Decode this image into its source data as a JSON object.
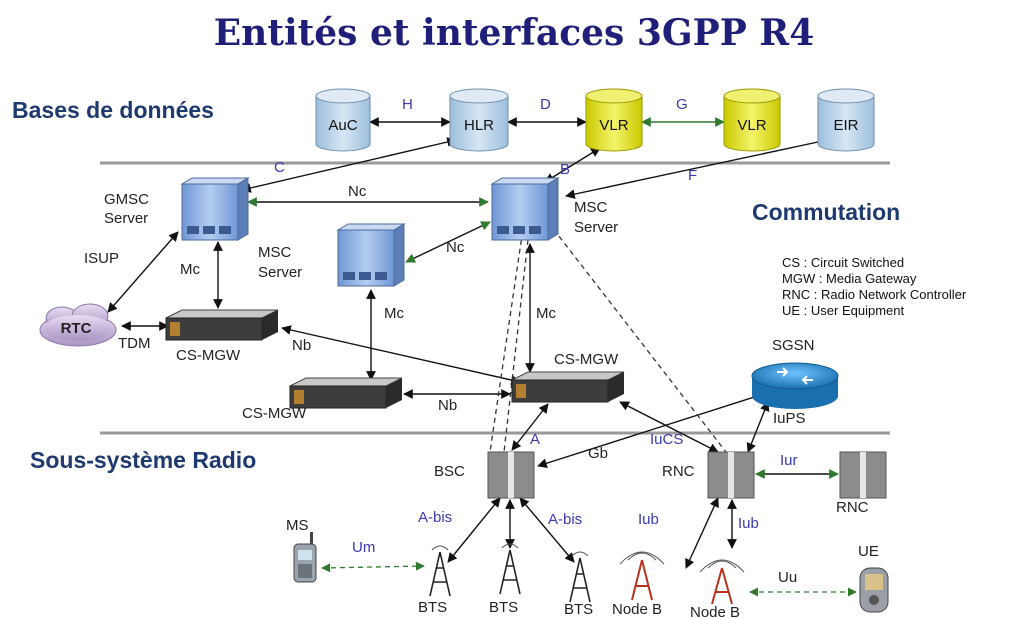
{
  "title": "Entités et interfaces 3GPP R4",
  "sections": {
    "databases": "Bases de données",
    "switching": "Commutation",
    "radio": "Sous-système Radio"
  },
  "databases": {
    "auc": "AuC",
    "hlr": "HLR",
    "vlr1": "VLR",
    "vlr2": "VLR",
    "eir": "EIR"
  },
  "nodes": {
    "gmsc_server": [
      "GMSC",
      "Server"
    ],
    "msc_server_mid": [
      "MSC",
      "Server"
    ],
    "msc_server_right": [
      "MSC",
      "Server"
    ],
    "rtc": "RTC",
    "tdm": "TDM",
    "csmgw_left": "CS-MGW",
    "csmgw_bottom": "CS-MGW",
    "csmgw_right": "CS-MGW",
    "sgsn": "SGSN",
    "iups": "IuPS",
    "bsc": "BSC",
    "rnc1": "RNC",
    "rnc2": "RNC",
    "ms": "MS",
    "ue": "UE",
    "bts1": "BTS",
    "bts2": "BTS",
    "bts3": "BTS",
    "nodeb1": "Node B",
    "nodeb2": "Node B"
  },
  "interfaces": {
    "H": "H",
    "D": "D",
    "G": "G",
    "C": "C",
    "B": "B",
    "F": "F",
    "Nc_top": "Nc",
    "Nc_mid": "Nc",
    "ISUP": "ISUP",
    "Mc_left": "Mc",
    "Mc_mid": "Mc",
    "Mc_right": "Mc",
    "Nb_left": "Nb",
    "Nb_bottom": "Nb",
    "A": "A",
    "Gb": "Gb",
    "IuCS": "IuCS",
    "Iur": "Iur",
    "Abis_left": "A-bis",
    "Abis_right": "A-bis",
    "Iub_left": "Iub",
    "Iub_right": "Iub",
    "Um": "Um",
    "Uu": "Uu"
  },
  "legend": [
    "CS : Circuit Switched",
    "MGW : Media Gateway",
    "RNC : Radio Network Controller",
    "UE : User Equipment"
  ],
  "colors": {
    "title": "#1f1f7a",
    "section": "#1e3a6e",
    "interface_label": "#3a3ab0",
    "db_blue": "#b9d3e8",
    "db_yellow": "#e6e600",
    "server": "#8fb4e6",
    "sgsn": "#2a8fd4",
    "tower_red": "#b8331e",
    "separator": "#9a9a9a"
  }
}
